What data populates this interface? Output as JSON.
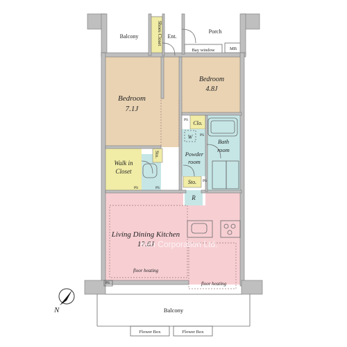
{
  "rooms": {
    "balcony_top": "Balcony",
    "shoes_closet": "Shoes Closet",
    "entrance": "Ent.",
    "porch": "Porch",
    "bay_window": "Bay window",
    "mb": "MB",
    "bedroom_large_name": "Bedroom",
    "bedroom_large_size": "7.1J",
    "bedroom_small_name": "Bedroom",
    "bedroom_small_size": "4.8J",
    "closet": "Clo.",
    "washer": "W",
    "bath_line1": "Bath",
    "bath_line2": "room",
    "powder_line1": "Powder",
    "powder_line2": "room",
    "walkin_line1": "Walk in",
    "walkin_line2": "Closet",
    "storage_hall": "Sto.",
    "storage_powder": "Sto.",
    "refrigerator": "R",
    "ldk_name": "Living Dining Kitchen",
    "ldk_size": "17.6J",
    "floor_heating_left": "floor heating",
    "floor_heating_right": "floor heating",
    "balcony_bottom": "Balcony",
    "flower_box_1": "Flower Box",
    "flower_box_2": "Flower Box"
  },
  "pipe_space_label": "PS",
  "compass_label": "N",
  "watermark": "Ken Corporation Ltd.",
  "colors": {
    "bedroom": "#e9d3b3",
    "wet_area": "#c6e6e6",
    "closet": "#f1eca6",
    "ldk": "#f7cfd3",
    "wall": "#bfbfbf"
  }
}
